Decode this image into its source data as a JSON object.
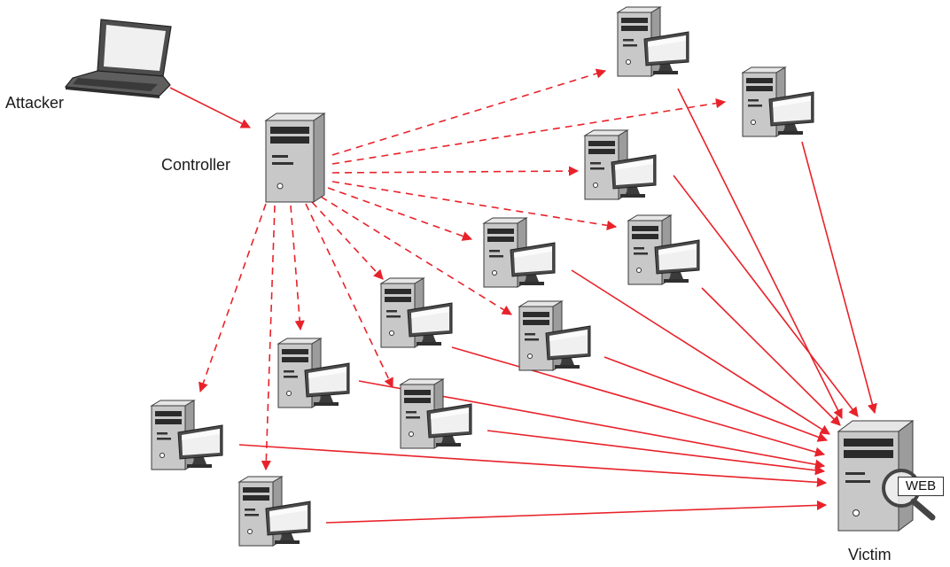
{
  "labels": {
    "attacker": "Attacker",
    "controller": "Controller",
    "victim": "Victim",
    "web": "WEB"
  },
  "colors": {
    "arrow": "#e8222a",
    "case_light": "#dcdcdc",
    "case_side": "#a9a9a9",
    "case_front": "#c4c4c4",
    "outline": "#3a3a3a",
    "screen": "#eeeeee",
    "laptop": "#555555"
  },
  "nodes": [
    {
      "id": "bot-top-right-1",
      "kind": "bot"
    },
    {
      "id": "bot-top-right-2",
      "kind": "bot"
    },
    {
      "id": "bot-mid-1",
      "kind": "bot"
    },
    {
      "id": "bot-mid-2",
      "kind": "bot"
    },
    {
      "id": "bot-mid-3",
      "kind": "bot"
    },
    {
      "id": "bot-mid-4",
      "kind": "bot"
    },
    {
      "id": "bot-mid-5",
      "kind": "bot"
    },
    {
      "id": "bot-low-1",
      "kind": "bot"
    },
    {
      "id": "bot-low-2",
      "kind": "bot"
    },
    {
      "id": "bot-low-3",
      "kind": "bot"
    },
    {
      "id": "bot-bottom-left-1",
      "kind": "bot"
    },
    {
      "id": "bot-bottom-left-2",
      "kind": "bot"
    }
  ]
}
